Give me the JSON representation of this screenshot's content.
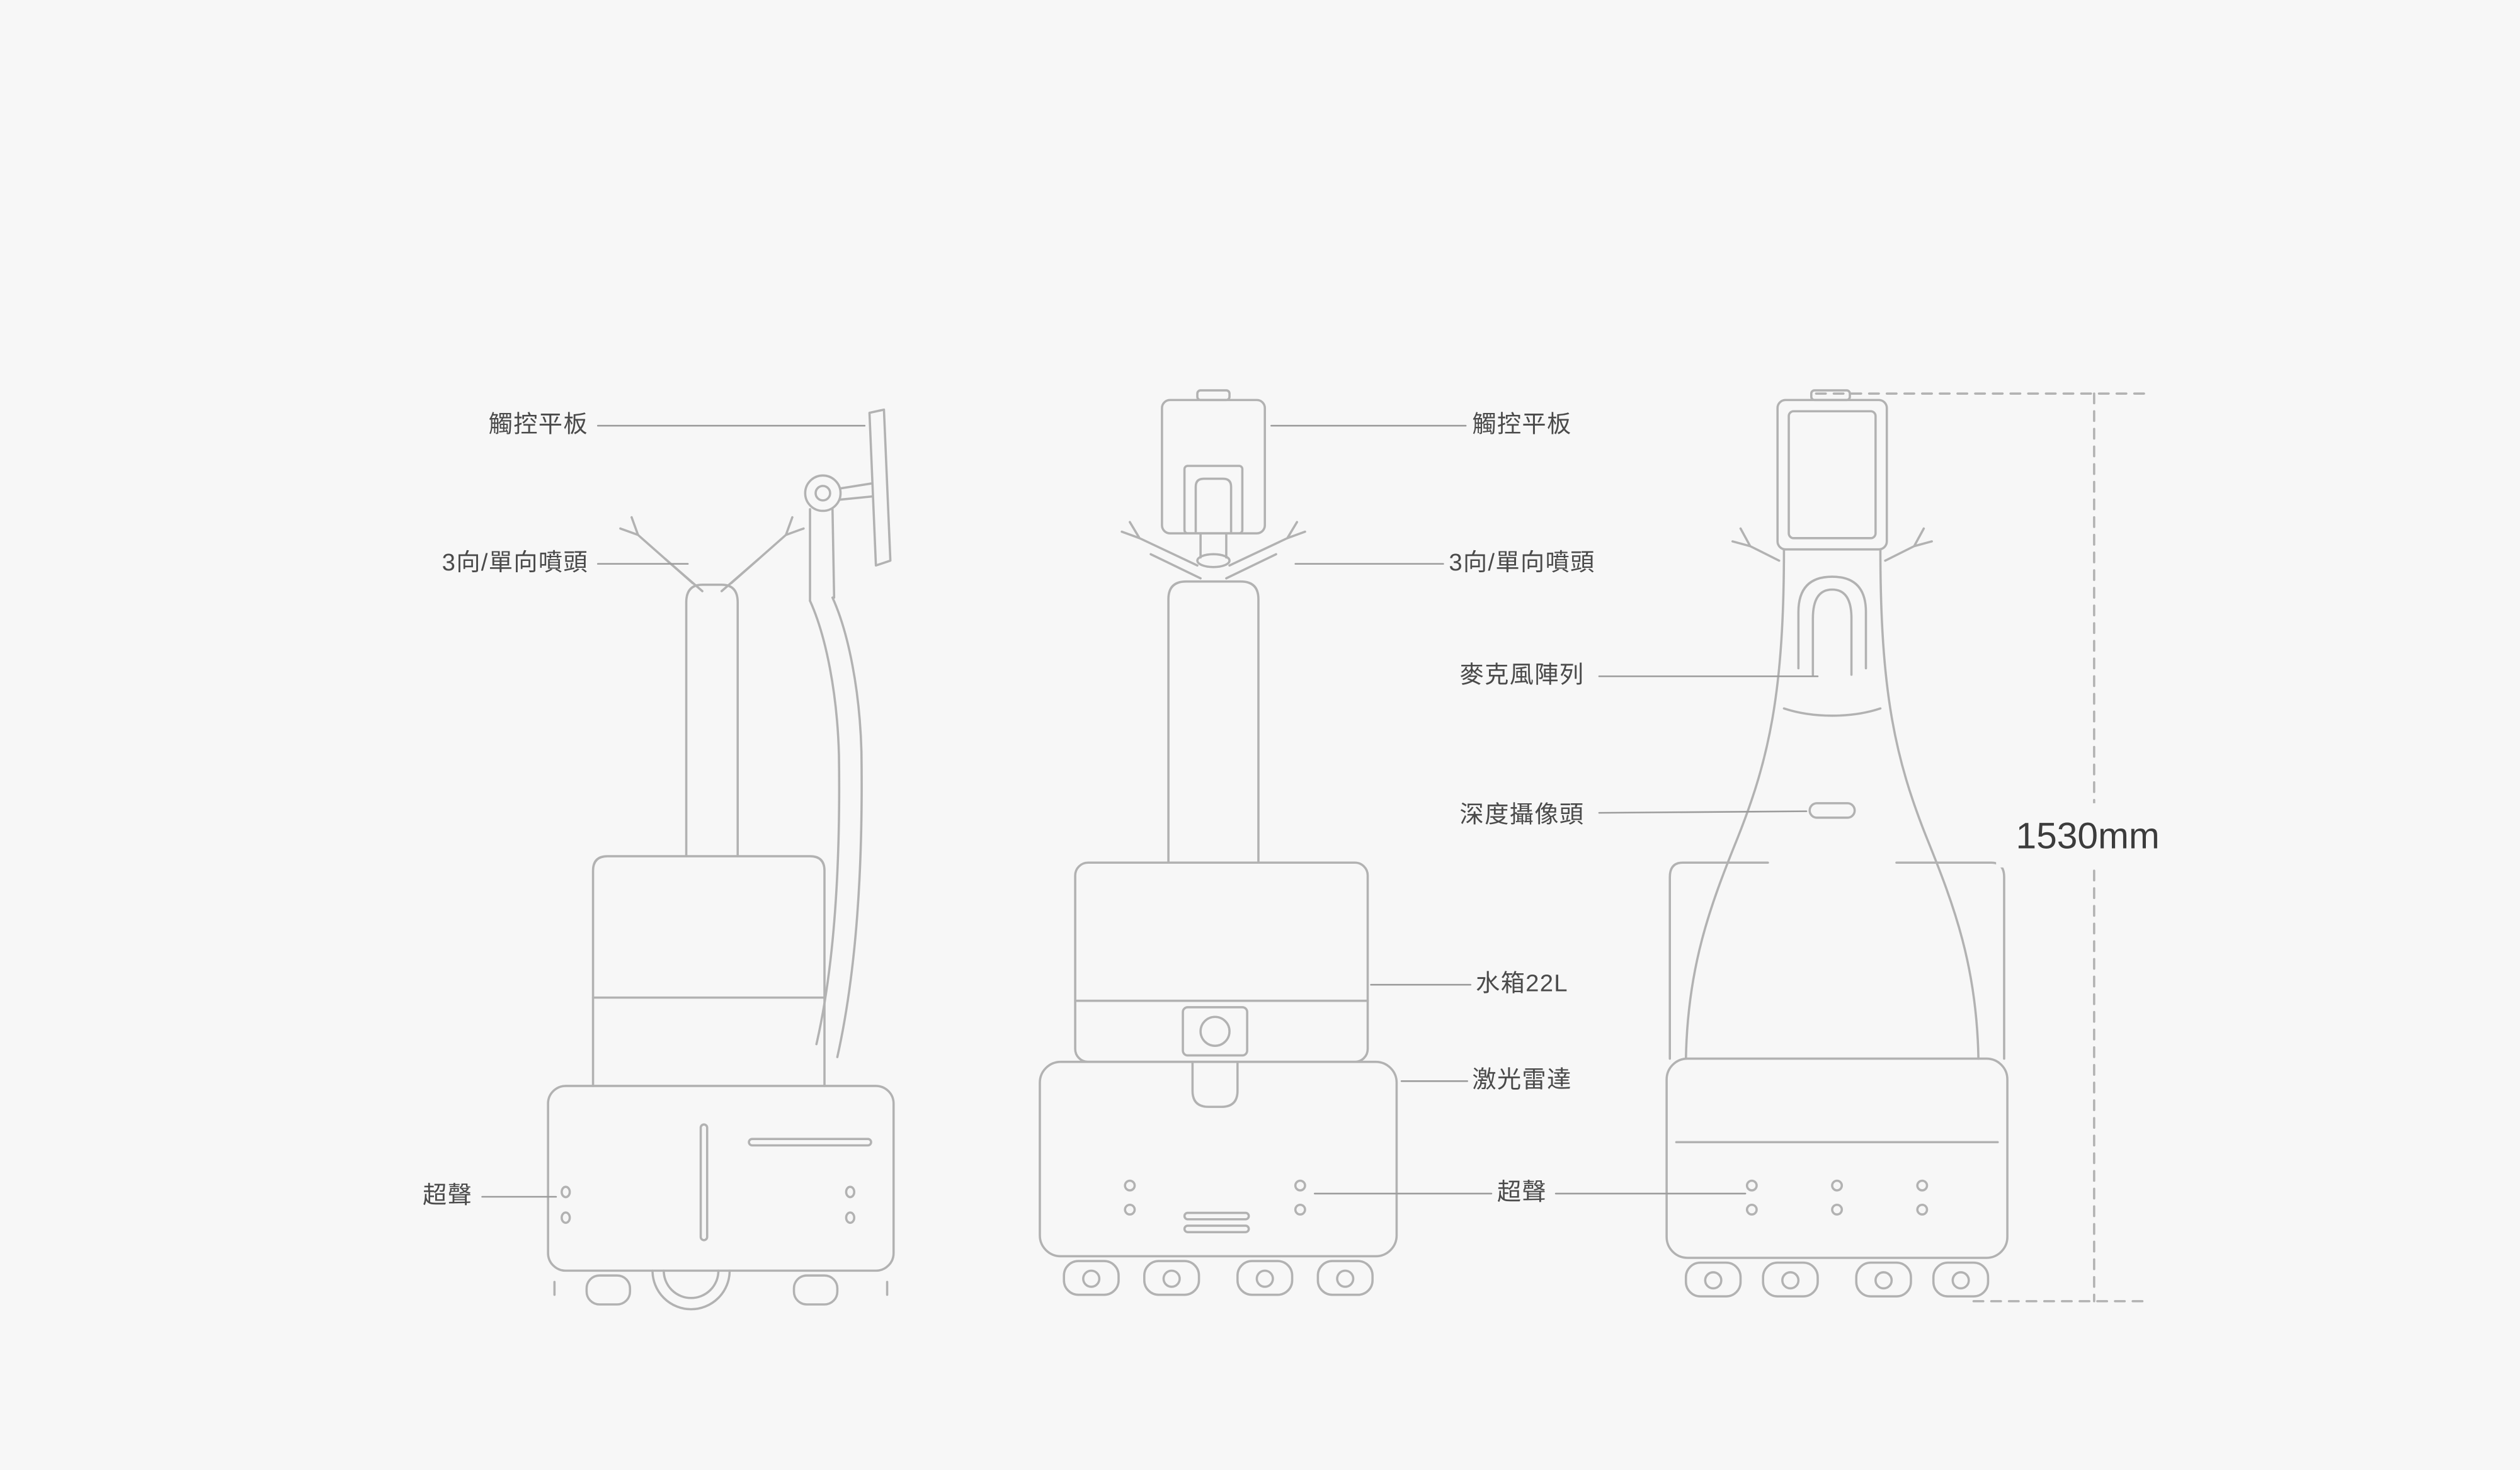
{
  "colors": {
    "background": "#f7f7f7",
    "outline": "#b2b2b2",
    "leader_line": "#9c9c9c",
    "label_text": "#4a4a4a",
    "dimension_text": "#3c3c3c"
  },
  "callouts": {
    "left_column": {
      "touch_panel": "觸控平板",
      "spray_nozzle": "3向/單向噴頭",
      "ultrasonic": "超聲"
    },
    "center_column": {
      "touch_panel": "觸控平板",
      "spray_nozzle": "3向/單向噴頭",
      "microphone_array": "麥克風陣列",
      "depth_camera": "深度攝像頭",
      "water_tank": "水箱22L",
      "lidar": "激光雷達",
      "ultrasonic": "超聲"
    }
  },
  "dimension": {
    "height": "1530mm"
  }
}
